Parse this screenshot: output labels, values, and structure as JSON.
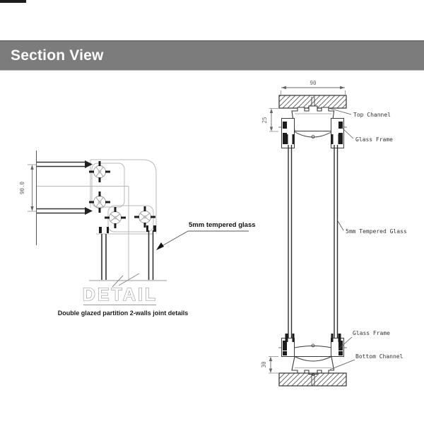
{
  "header": {
    "title": "Section View"
  },
  "plan_detail": {
    "dim_spacing": "90.0",
    "glass_label": "5mm tempered glass",
    "detail_title": "DETAIL",
    "caption": "Double glazed partition 2-walls joint details"
  },
  "section_detail": {
    "dim_width": "90",
    "dim_top_channel": "25",
    "dim_bottom_channel": "30",
    "label_top_channel": "Top Channel",
    "label_glass_frame_top": "Glass Frame",
    "label_tempered_glass": "5mm Tempered Glass",
    "label_glass_frame_bottom": "Glass Frame",
    "label_bottom_channel": "Bottom Channel"
  },
  "colors": {
    "banner_bg": "#7c7c7c",
    "line_dark": "#2d2d2d",
    "line_light": "#b8b8b8",
    "label_text": "#333333"
  }
}
